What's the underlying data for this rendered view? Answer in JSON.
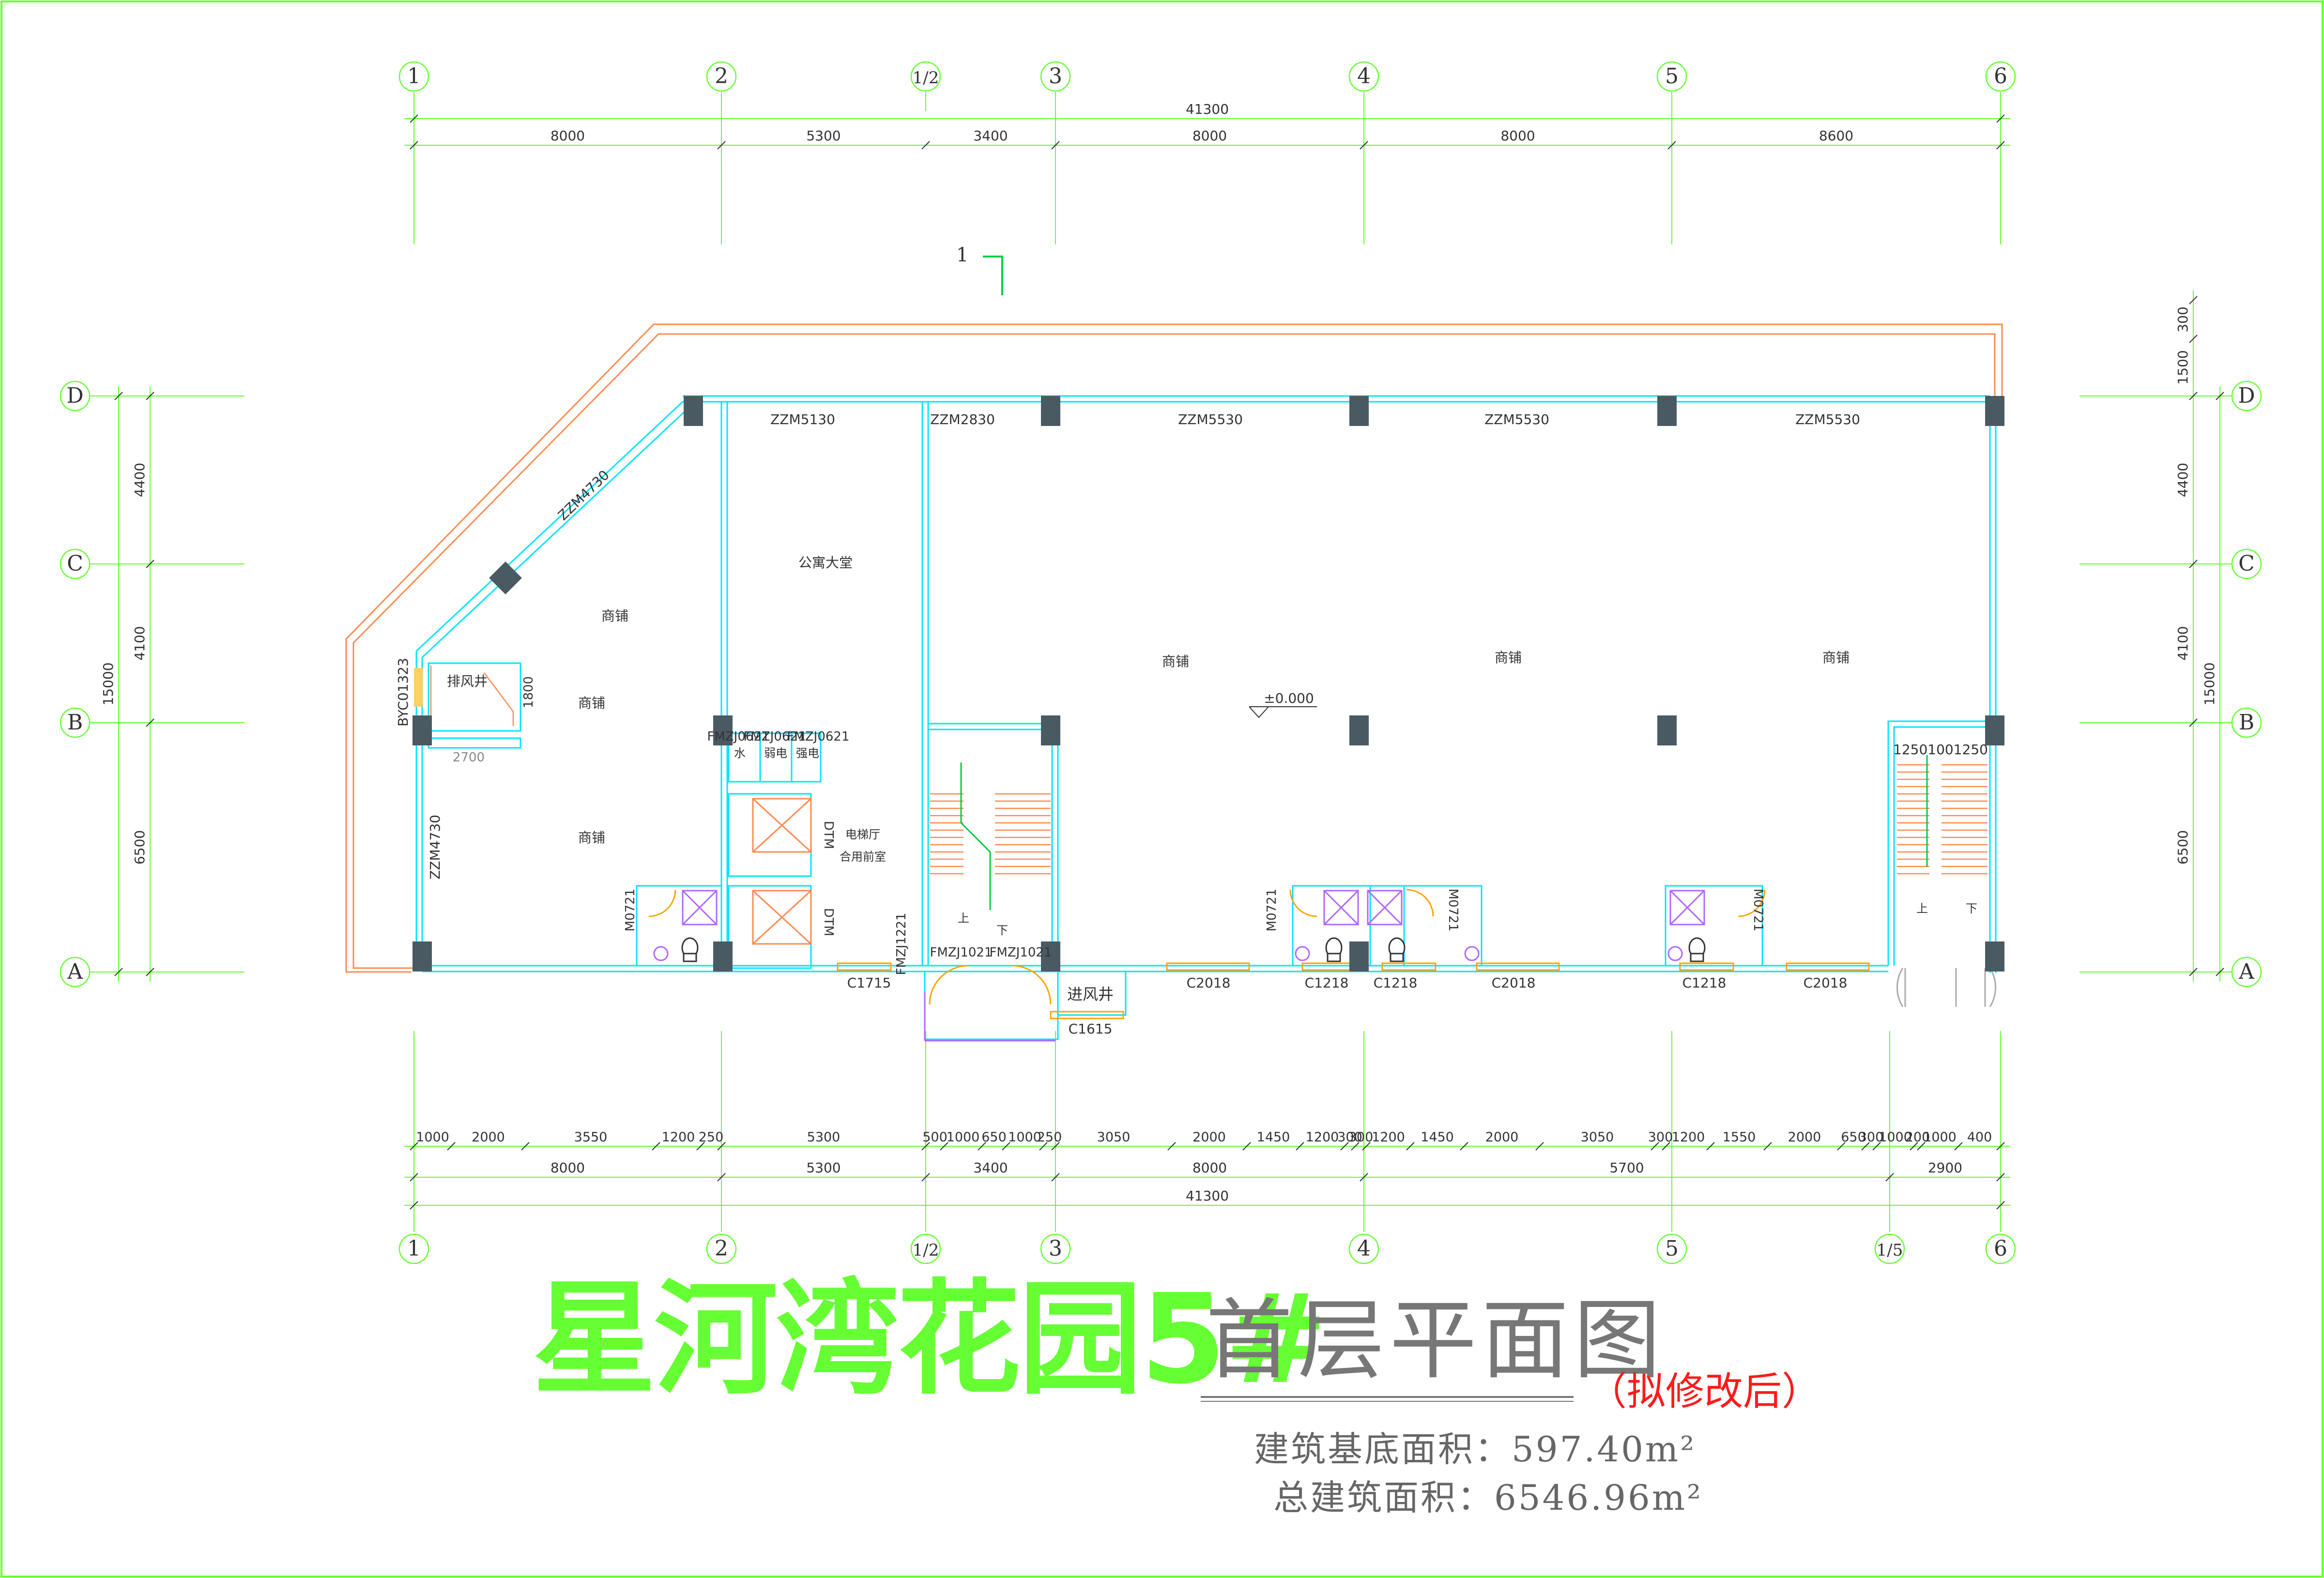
{
  "title": {
    "project": "星河湾花园5#",
    "drawing": "首层平面图",
    "note": "（拟修改后）",
    "base_area": "建筑基底面积：597.40m²",
    "total_area": "总建筑面积：6546.96m²"
  },
  "axes": {
    "top": [
      "1",
      "2",
      "1/2",
      "3",
      "4",
      "5",
      "6"
    ],
    "bottom": [
      "1",
      "2",
      "1/2",
      "3",
      "4",
      "5",
      "1/5",
      "6"
    ],
    "left": [
      "D",
      "C",
      "B",
      "A"
    ],
    "right": [
      "D",
      "C",
      "B",
      "A"
    ]
  },
  "dimensions": {
    "top_total": "41300",
    "top": [
      "8000",
      "5300",
      "3400",
      "8000",
      "8000",
      "8600"
    ],
    "bottom_detail": [
      "1000",
      "2000",
      "3550",
      "1200",
      "250",
      "5300",
      "500",
      "1000",
      "650",
      "1000",
      "250",
      "3050",
      "2000",
      "1450",
      "1200",
      "300",
      "300",
      "1200",
      "1450",
      "2000",
      "3050",
      "300",
      "1200",
      "1550",
      "2000",
      "650",
      "300",
      "1000",
      "200",
      "1000",
      "400"
    ],
    "bottom_bays": [
      "8000",
      "5300",
      "3400",
      "8000",
      "5700",
      "2900"
    ],
    "bottom_total": "41300",
    "left": [
      "4400",
      "4100",
      "6500"
    ],
    "left_total": "15000",
    "right": [
      "300",
      "1500",
      "4400",
      "4100",
      "6500"
    ],
    "right_total": "15000",
    "shaft_w": "2700",
    "shaft_h": "1800",
    "stair_right": "12501001250"
  },
  "labels": {
    "section_mark": "1",
    "shop": "商铺",
    "lobby": "公寓大堂",
    "level": "±0.000",
    "exhaust": "排风井",
    "intake": "进风井",
    "elevator_hall": "电梯厅",
    "elevator_hall_2": "合用前室",
    "water": "水",
    "weak": "弱电",
    "strong": "强电",
    "up": "上",
    "down": "下",
    "dtm": "DTM",
    "byc": "BYC01323",
    "zzm4730": "ZZM4730",
    "zzm5130": "ZZM5130",
    "zzm2830": "ZZM2830",
    "zzm5530": "ZZM5530",
    "fm0621a": "FMZJ0621",
    "fm0621b": "FMZJ0621",
    "fm0621c": "FMZJ0621",
    "fm1221": "FMZJ1221",
    "fm1021": "FMZJ1021",
    "m0721": "M0721",
    "c1715": "C1715",
    "c1615": "C1615",
    "c2018": "C2018",
    "c1218": "C1218"
  },
  "colors": {
    "axis_line": "#66ff33",
    "wall": "#00e5ff",
    "column": "#4a5a62",
    "outline": "#ff8a50",
    "fixture": "#b266ff",
    "text": "#333333",
    "door": "#ffa500"
  }
}
